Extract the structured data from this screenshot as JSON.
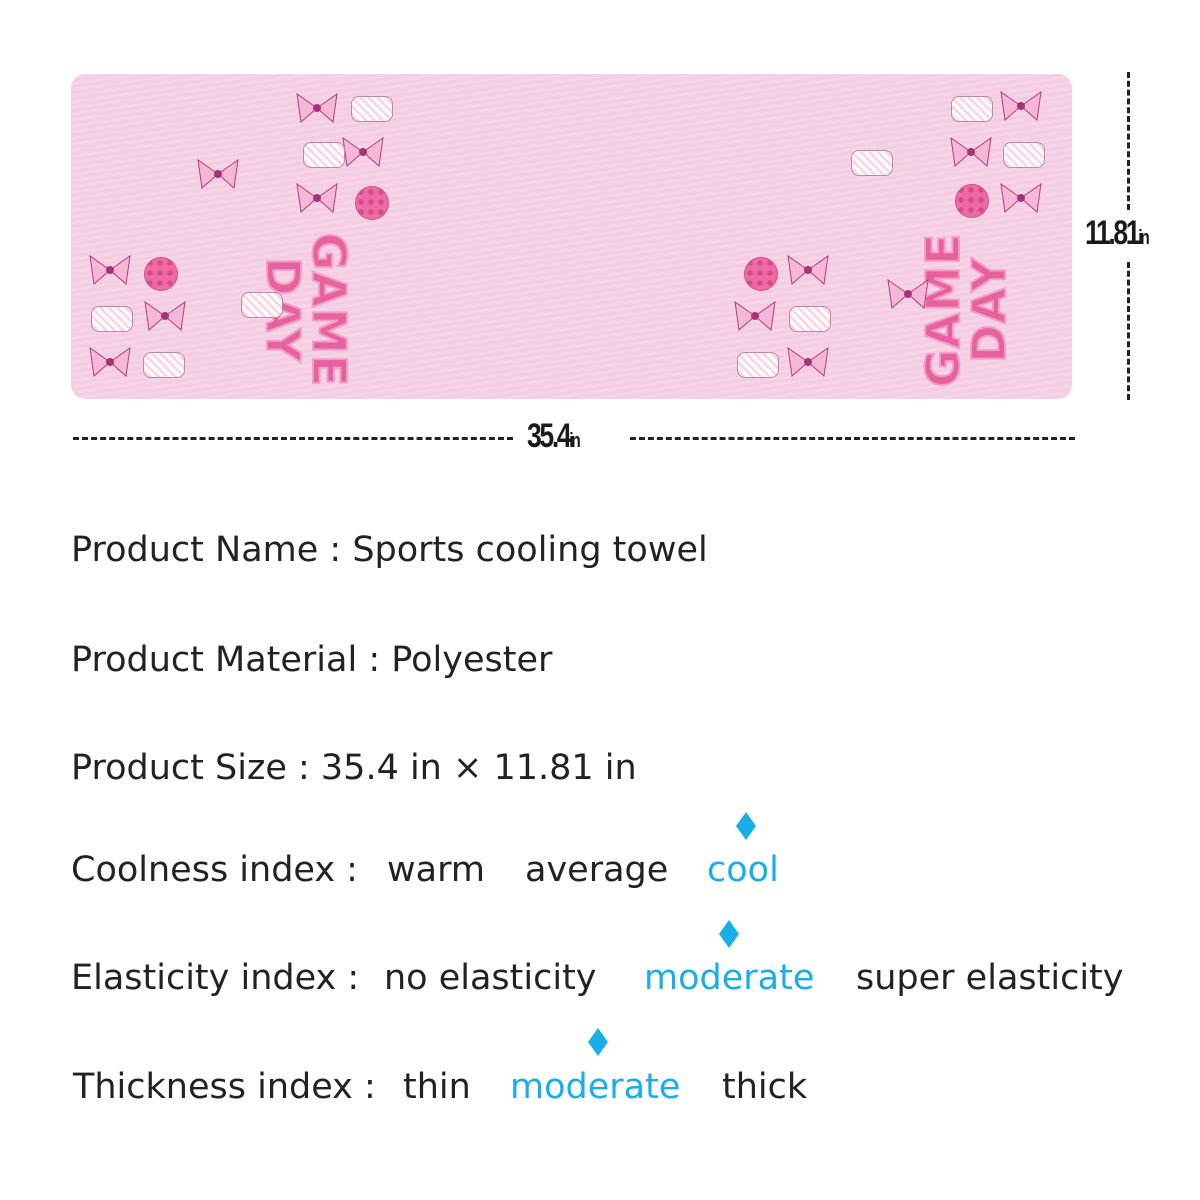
{
  "towel": {
    "logo_text_line1": "GAME",
    "logo_text_line2": "DAY",
    "background_color": "#f5d0e4"
  },
  "dimensions": {
    "width_value": "35.4",
    "width_unit": "in",
    "height_value": "11.81",
    "height_unit": "in"
  },
  "specs": {
    "name": "Product Name : Sports cooling towel",
    "material": "Product Material : Polyester",
    "size": "Product Size : 35.4 in × 11.81 in",
    "coolness": {
      "label": "Coolness index :",
      "options": [
        "warm",
        "average",
        "cool"
      ],
      "selected": "cool"
    },
    "elasticity": {
      "label": "Elasticity index :",
      "options": [
        "no elasticity",
        "moderate",
        "super elasticity"
      ],
      "selected": "moderate"
    },
    "thickness": {
      "label": "Thickness index :",
      "options": [
        "thin",
        "moderate",
        "thick"
      ],
      "selected": "moderate"
    }
  },
  "colors": {
    "accent": "#19aee8",
    "text": "#222222"
  }
}
